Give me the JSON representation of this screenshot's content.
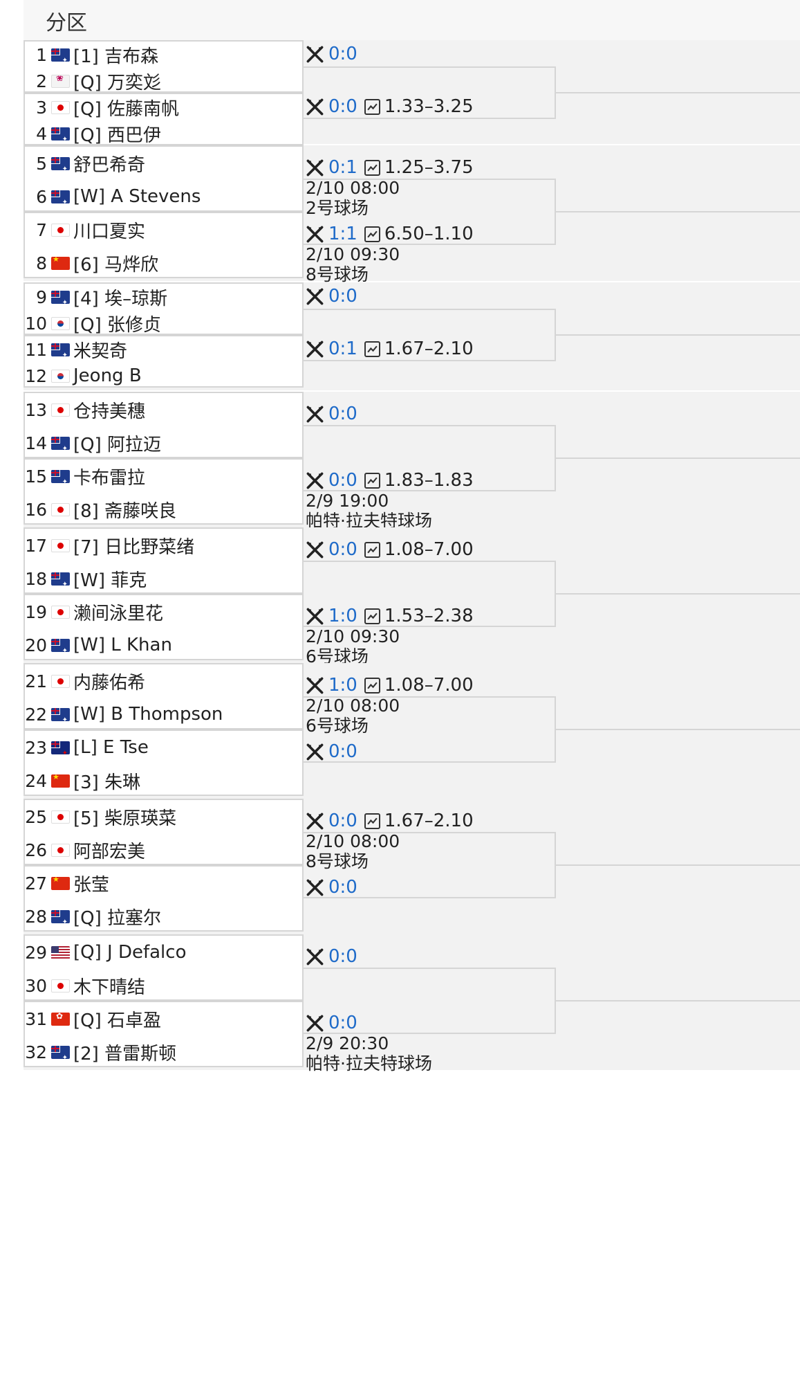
{
  "header": {
    "title": "分区"
  },
  "colors": {
    "section_bg": "#f2f2f2",
    "score_blue": "#1f6bc9",
    "border_gray": "#d5d5d5"
  },
  "icons": {
    "h2h": "crossed-swords-icon",
    "odds": "trend-chart-icon"
  },
  "sections": [
    {
      "matches": [
        {
          "players": [
            {
              "num": "1",
              "flag": "AUS",
              "name": "[1] 吉布森"
            },
            {
              "num": "2",
              "flag": "TPE",
              "name": "[Q] 万奕彣"
            }
          ],
          "score": "0:0",
          "odds": "",
          "time": "",
          "court": ""
        },
        {
          "players": [
            {
              "num": "3",
              "flag": "JPN",
              "name": "[Q] 佐藤南帆"
            },
            {
              "num": "4",
              "flag": "AUS",
              "name": "[Q] 西巴伊"
            }
          ],
          "score": "0:0",
          "odds": "1.33–3.25",
          "time": "",
          "court": ""
        }
      ]
    },
    {
      "matches": [
        {
          "players": [
            {
              "num": "5",
              "flag": "AUS",
              "name": " 舒巴希奇"
            },
            {
              "num": "6",
              "flag": "AUS",
              "name": "[W] A Stevens"
            }
          ],
          "score": "0:1",
          "odds": "1.25–3.75",
          "time": "2/10 08:00",
          "court": "2号球场"
        },
        {
          "players": [
            {
              "num": "7",
              "flag": "JPN",
              "name": " 川口夏实"
            },
            {
              "num": "8",
              "flag": "CHN",
              "name": "[6] 马烨欣"
            }
          ],
          "score": "1:1",
          "odds": "6.50–1.10",
          "time": "2/10 09:30",
          "court": "8号球场"
        }
      ]
    },
    {
      "matches": [
        {
          "players": [
            {
              "num": "9",
              "flag": "AUS",
              "name": "[4] 埃–琼斯"
            },
            {
              "num": "10",
              "flag": "KOR",
              "name": "[Q] 张修贞"
            }
          ],
          "score": "0:0",
          "odds": "",
          "time": "",
          "court": ""
        },
        {
          "players": [
            {
              "num": "11",
              "flag": "AUS",
              "name": " 米契奇"
            },
            {
              "num": "12",
              "flag": "KOR",
              "name": " Jeong B"
            }
          ],
          "score": "0:1",
          "odds": "1.67–2.10",
          "time": "",
          "court": ""
        }
      ]
    },
    {
      "matches": [
        {
          "players": [
            {
              "num": "13",
              "flag": "JPN",
              "name": " 仓持美穗"
            },
            {
              "num": "14",
              "flag": "AUS",
              "name": "[Q] 阿拉迈"
            }
          ],
          "score": "0:0",
          "odds": "",
          "time": "",
          "court": ""
        },
        {
          "players": [
            {
              "num": "15",
              "flag": "AUS",
              "name": " 卡布雷拉"
            },
            {
              "num": "16",
              "flag": "JPN",
              "name": "[8] 斋藤咲良"
            }
          ],
          "score": "0:0",
          "odds": "1.83–1.83",
          "time": "2/9 19:00",
          "court": "帕特·拉夫特球场"
        }
      ]
    },
    {
      "matches": [
        {
          "players": [
            {
              "num": "17",
              "flag": "JPN",
              "name": "[7] 日比野菜绪"
            },
            {
              "num": "18",
              "flag": "AUS",
              "name": "[W] 菲克"
            }
          ],
          "score": "0:0",
          "odds": "1.08–7.00",
          "time": "",
          "court": ""
        },
        {
          "players": [
            {
              "num": "19",
              "flag": "JPN",
              "name": " 濑间泳里花"
            },
            {
              "num": "20",
              "flag": "AUS",
              "name": "[W] L Khan"
            }
          ],
          "score": "1:0",
          "odds": "1.53–2.38",
          "time": "2/10 09:30",
          "court": "6号球场"
        }
      ]
    },
    {
      "matches": [
        {
          "players": [
            {
              "num": "21",
              "flag": "JPN",
              "name": " 内藤佑希"
            },
            {
              "num": "22",
              "flag": "AUS",
              "name": "[W] B Thompson"
            }
          ],
          "score": "1:0",
          "odds": "1.08–7.00",
          "time": "2/10 08:00",
          "court": "6号球场"
        },
        {
          "players": [
            {
              "num": "23",
              "flag": "NZL",
              "name": "[L] E Tse"
            },
            {
              "num": "24",
              "flag": "CHN",
              "name": "[3] 朱琳"
            }
          ],
          "score": "0:0",
          "odds": "",
          "time": "",
          "court": ""
        }
      ]
    },
    {
      "matches": [
        {
          "players": [
            {
              "num": "25",
              "flag": "JPN",
              "name": "[5] 柴原瑛菜"
            },
            {
              "num": "26",
              "flag": "JPN",
              "name": " 阿部宏美"
            }
          ],
          "score": "0:0",
          "odds": "1.67–2.10",
          "time": "2/10 08:00",
          "court": "8号球场"
        },
        {
          "players": [
            {
              "num": "27",
              "flag": "CHN",
              "name": " 张莹"
            },
            {
              "num": "28",
              "flag": "AUS",
              "name": "[Q] 拉塞尔"
            }
          ],
          "score": "0:0",
          "odds": "",
          "time": "",
          "court": ""
        }
      ]
    },
    {
      "matches": [
        {
          "players": [
            {
              "num": "29",
              "flag": "USA",
              "name": "[Q] J Defalco"
            },
            {
              "num": "30",
              "flag": "JPN",
              "name": " 木下晴结"
            }
          ],
          "score": "0:0",
          "odds": "",
          "time": "",
          "court": ""
        },
        {
          "players": [
            {
              "num": "31",
              "flag": "HKG",
              "name": "[Q] 石卓盈"
            },
            {
              "num": "32",
              "flag": "AUS",
              "name": "[2] 普雷斯顿"
            }
          ],
          "score": "0:0",
          "odds": "",
          "time": "2/9 20:30",
          "court": "帕特·拉夫特球场"
        }
      ]
    }
  ]
}
